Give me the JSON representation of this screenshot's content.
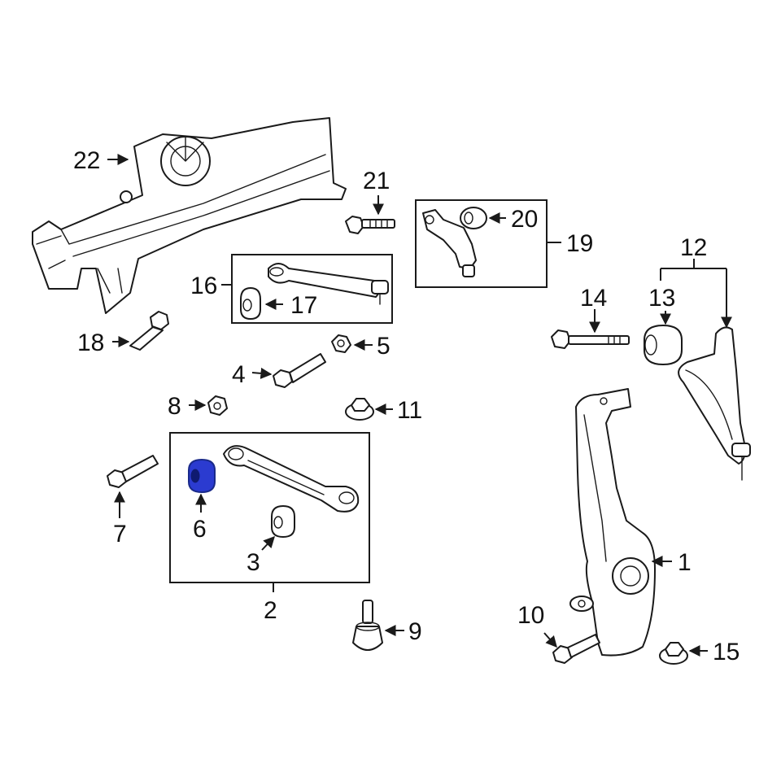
{
  "highlight_color": "#2b3bd0",
  "callouts": {
    "c1": "1",
    "c2": "2",
    "c3": "3",
    "c4": "4",
    "c5": "5",
    "c6": "6",
    "c7": "7",
    "c8": "8",
    "c9": "9",
    "c10": "10",
    "c11": "11",
    "c12": "12",
    "c13": "13",
    "c14": "14",
    "c15": "15",
    "c16": "16",
    "c17": "17",
    "c18": "18",
    "c19": "19",
    "c20": "20",
    "c21": "21",
    "c22": "22"
  }
}
